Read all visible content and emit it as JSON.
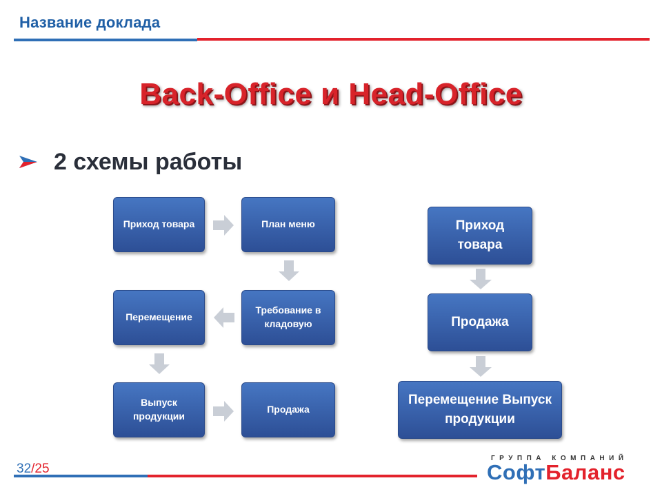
{
  "header": {
    "title": "Название доклада"
  },
  "slide": {
    "title": "Back-Office и Head-Office",
    "subtitle": "2 схемы работы"
  },
  "scheme1": {
    "boxes": [
      {
        "label": "Приход товара"
      },
      {
        "label": "План меню"
      },
      {
        "label": "Требование в кладовую"
      },
      {
        "label": "Перемещение"
      },
      {
        "label": "Выпуск продукции"
      },
      {
        "label": "Продажа"
      }
    ]
  },
  "scheme2": {
    "boxes": [
      {
        "label": "Приход товара"
      },
      {
        "label": "Продажа"
      },
      {
        "label": "Перемещение Выпуск продукции"
      }
    ]
  },
  "footer": {
    "page_current": "32",
    "page_sep": "/",
    "page_total": "25"
  },
  "logo": {
    "tagline": "ГРУППА КОМПАНИЙ",
    "name_part1": "Софт",
    "name_part2": "Баланс"
  },
  "colors": {
    "accent_red": "#e3222c",
    "accent_blue": "#2f6fb6",
    "box_fill": "#3a5fa8",
    "arrow_gray": "#c9ced6"
  }
}
